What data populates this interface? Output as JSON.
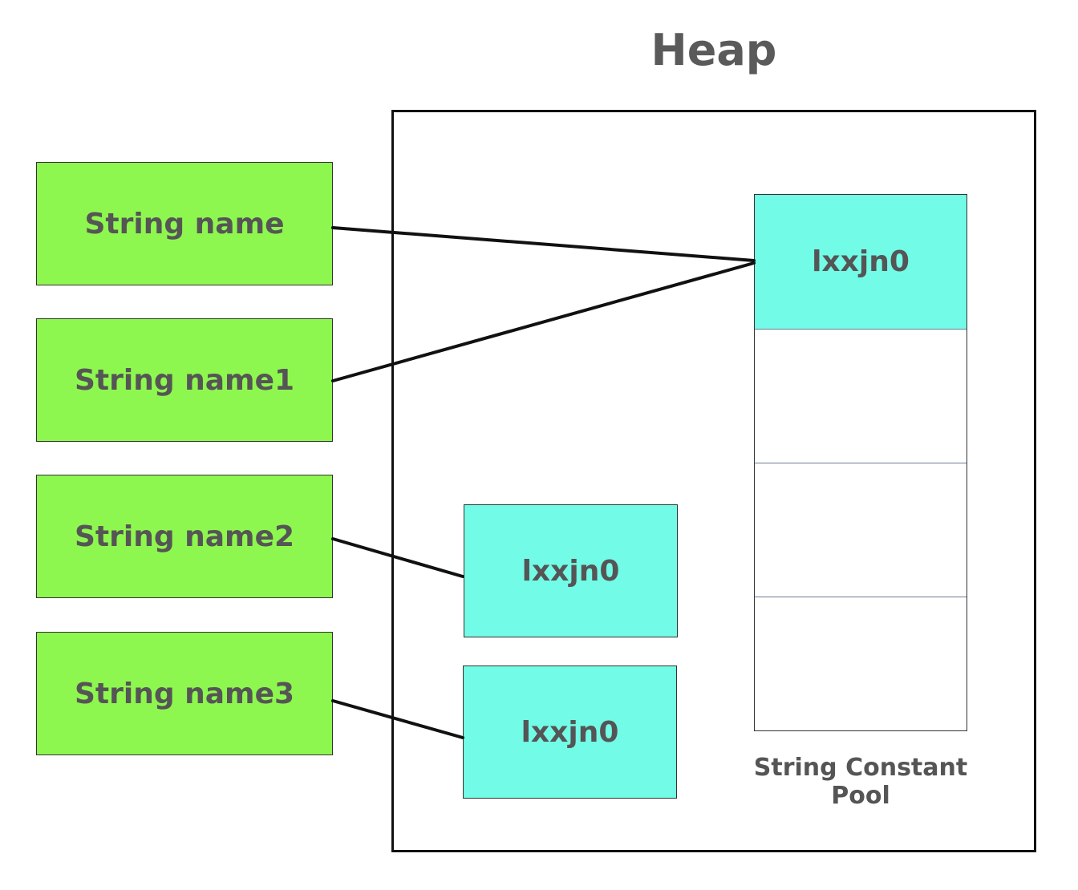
{
  "title": "Heap",
  "variables": [
    {
      "label": "String name"
    },
    {
      "label": "String name1"
    },
    {
      "label": "String name2"
    },
    {
      "label": "String name3"
    }
  ],
  "heap_objects": [
    {
      "value": "lxxjn0"
    },
    {
      "value": "lxxjn0"
    }
  ],
  "pool": {
    "label": "String Constant Pool",
    "cells": [
      "lxxjn0",
      "",
      "",
      ""
    ]
  },
  "colors": {
    "variable_fill": "#8ef74f",
    "string_fill": "#72fbe6",
    "text": "#555555",
    "line": "#111111"
  }
}
